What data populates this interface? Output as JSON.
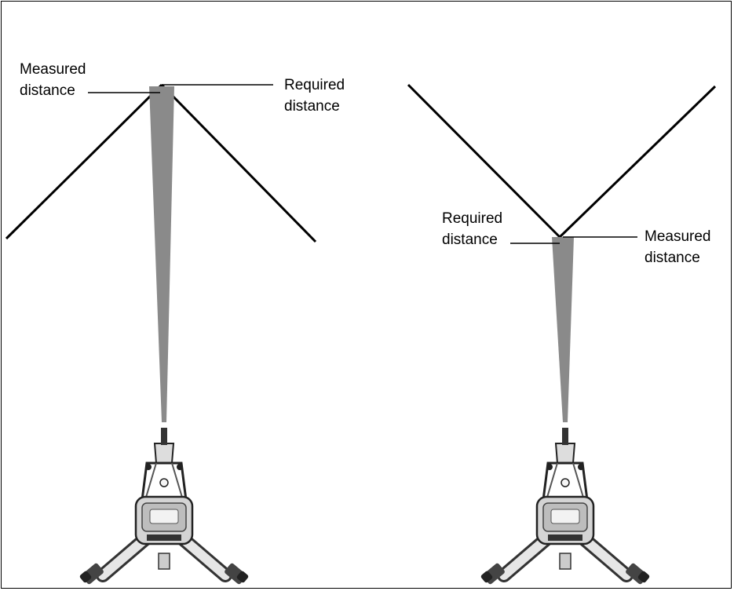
{
  "left_panel": {
    "label_measured_line1": "Measured",
    "label_measured_line2": "distance",
    "label_required_line1": "Required",
    "label_required_line2": "distance"
  },
  "right_panel": {
    "label_required_line1": "Required",
    "label_required_line2": "distance",
    "label_measured_line1": "Measured",
    "label_measured_line2": "distance"
  },
  "colors": {
    "line": "#000000",
    "beam": "#8a8a8a"
  },
  "icons": [
    "laser-scanner-icon"
  ]
}
